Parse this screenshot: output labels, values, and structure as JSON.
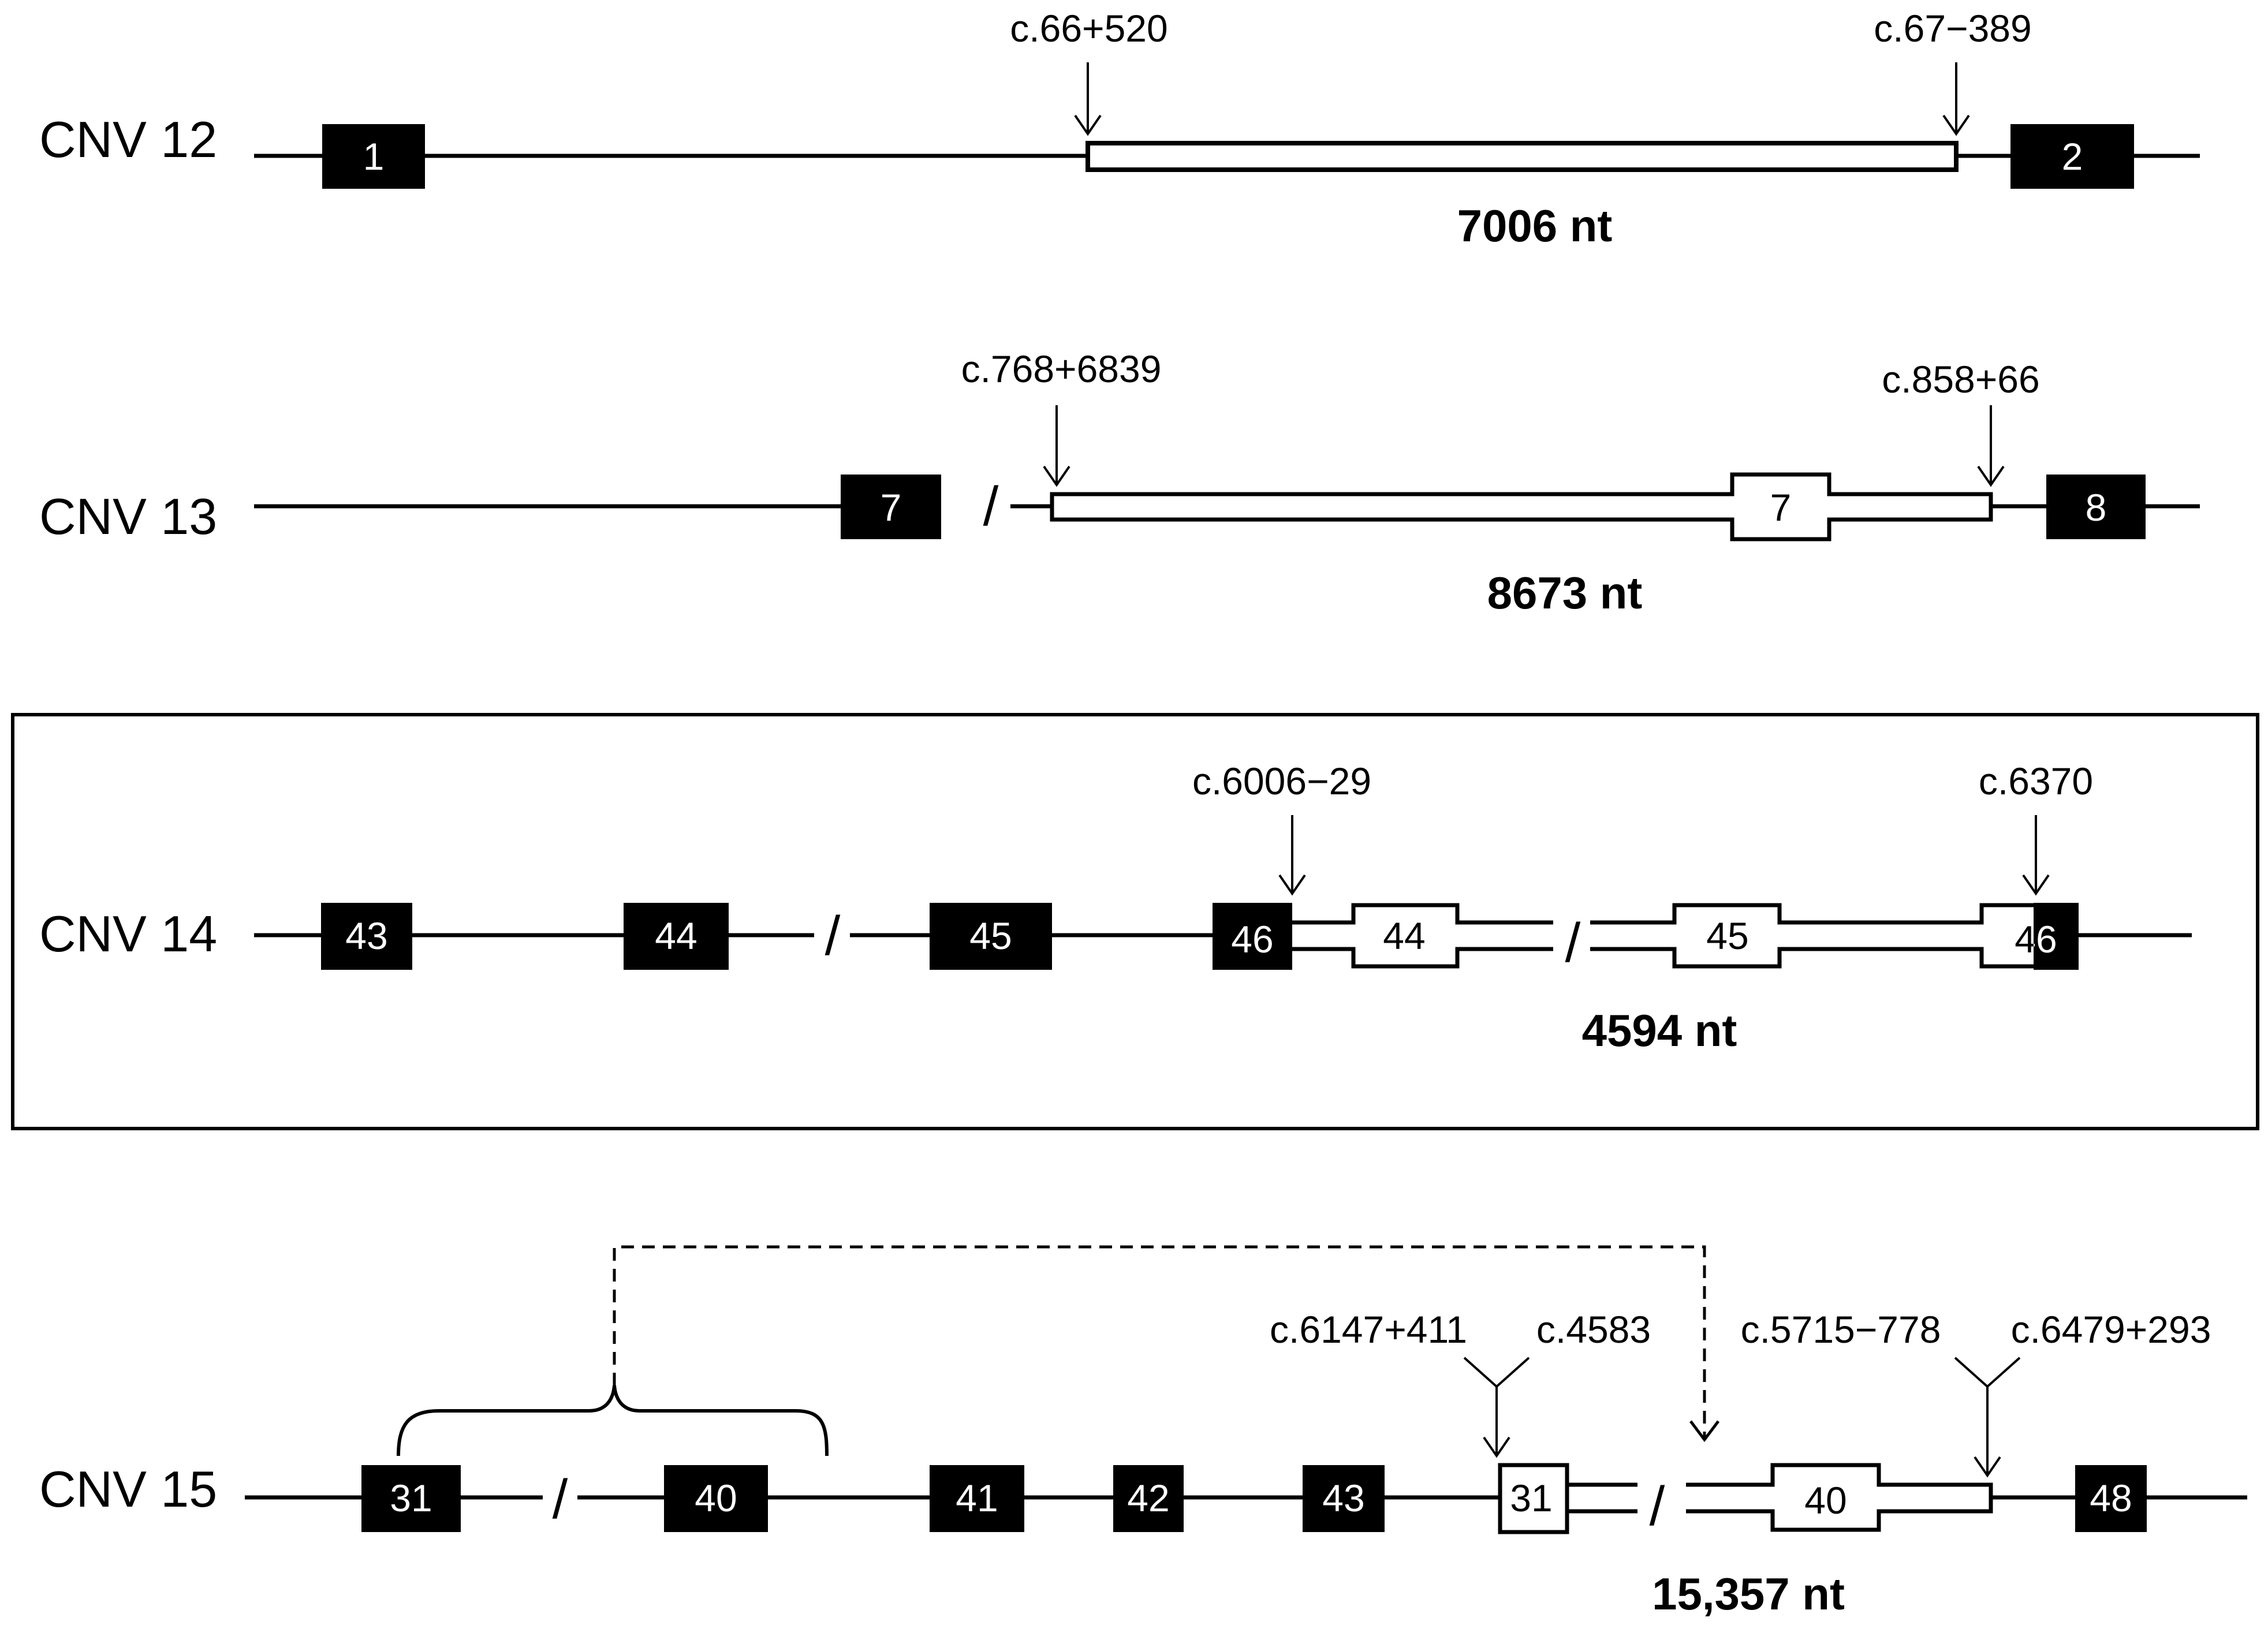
{
  "rows": [
    {
      "label": "CNV 12",
      "exons": [
        "1",
        "2"
      ],
      "breakpoints": [
        "c.66+520",
        "c.67−389"
      ],
      "size": "7006 nt"
    },
    {
      "label": "CNV 13",
      "exons": [
        "7",
        "8"
      ],
      "inserted_exons": [
        "7"
      ],
      "breakpoints": [
        "c.768+6839",
        "c.858+66"
      ],
      "size": "8673 nt"
    },
    {
      "label": "CNV 14",
      "highlighted": true,
      "exons": [
        "43",
        "44",
        "45",
        "46"
      ],
      "inserted_exons": [
        "44",
        "45",
        "46"
      ],
      "breakpoints": [
        "c.6006−29",
        "c.6370"
      ],
      "size": "4594 nt"
    },
    {
      "label": "CNV 15",
      "exons": [
        "31",
        "40",
        "41",
        "42",
        "43",
        "48"
      ],
      "inserted_exons": [
        "31",
        "40"
      ],
      "breakpoints": [
        "c.6147+411",
        "c.4583",
        "c.5715−778",
        "c.6479+293"
      ],
      "size": "15,357 nt"
    }
  ],
  "colors": {
    "line": "#000000",
    "exon_fill": "#000000",
    "inserted_fill": "#ffffff",
    "background": "#ffffff"
  }
}
